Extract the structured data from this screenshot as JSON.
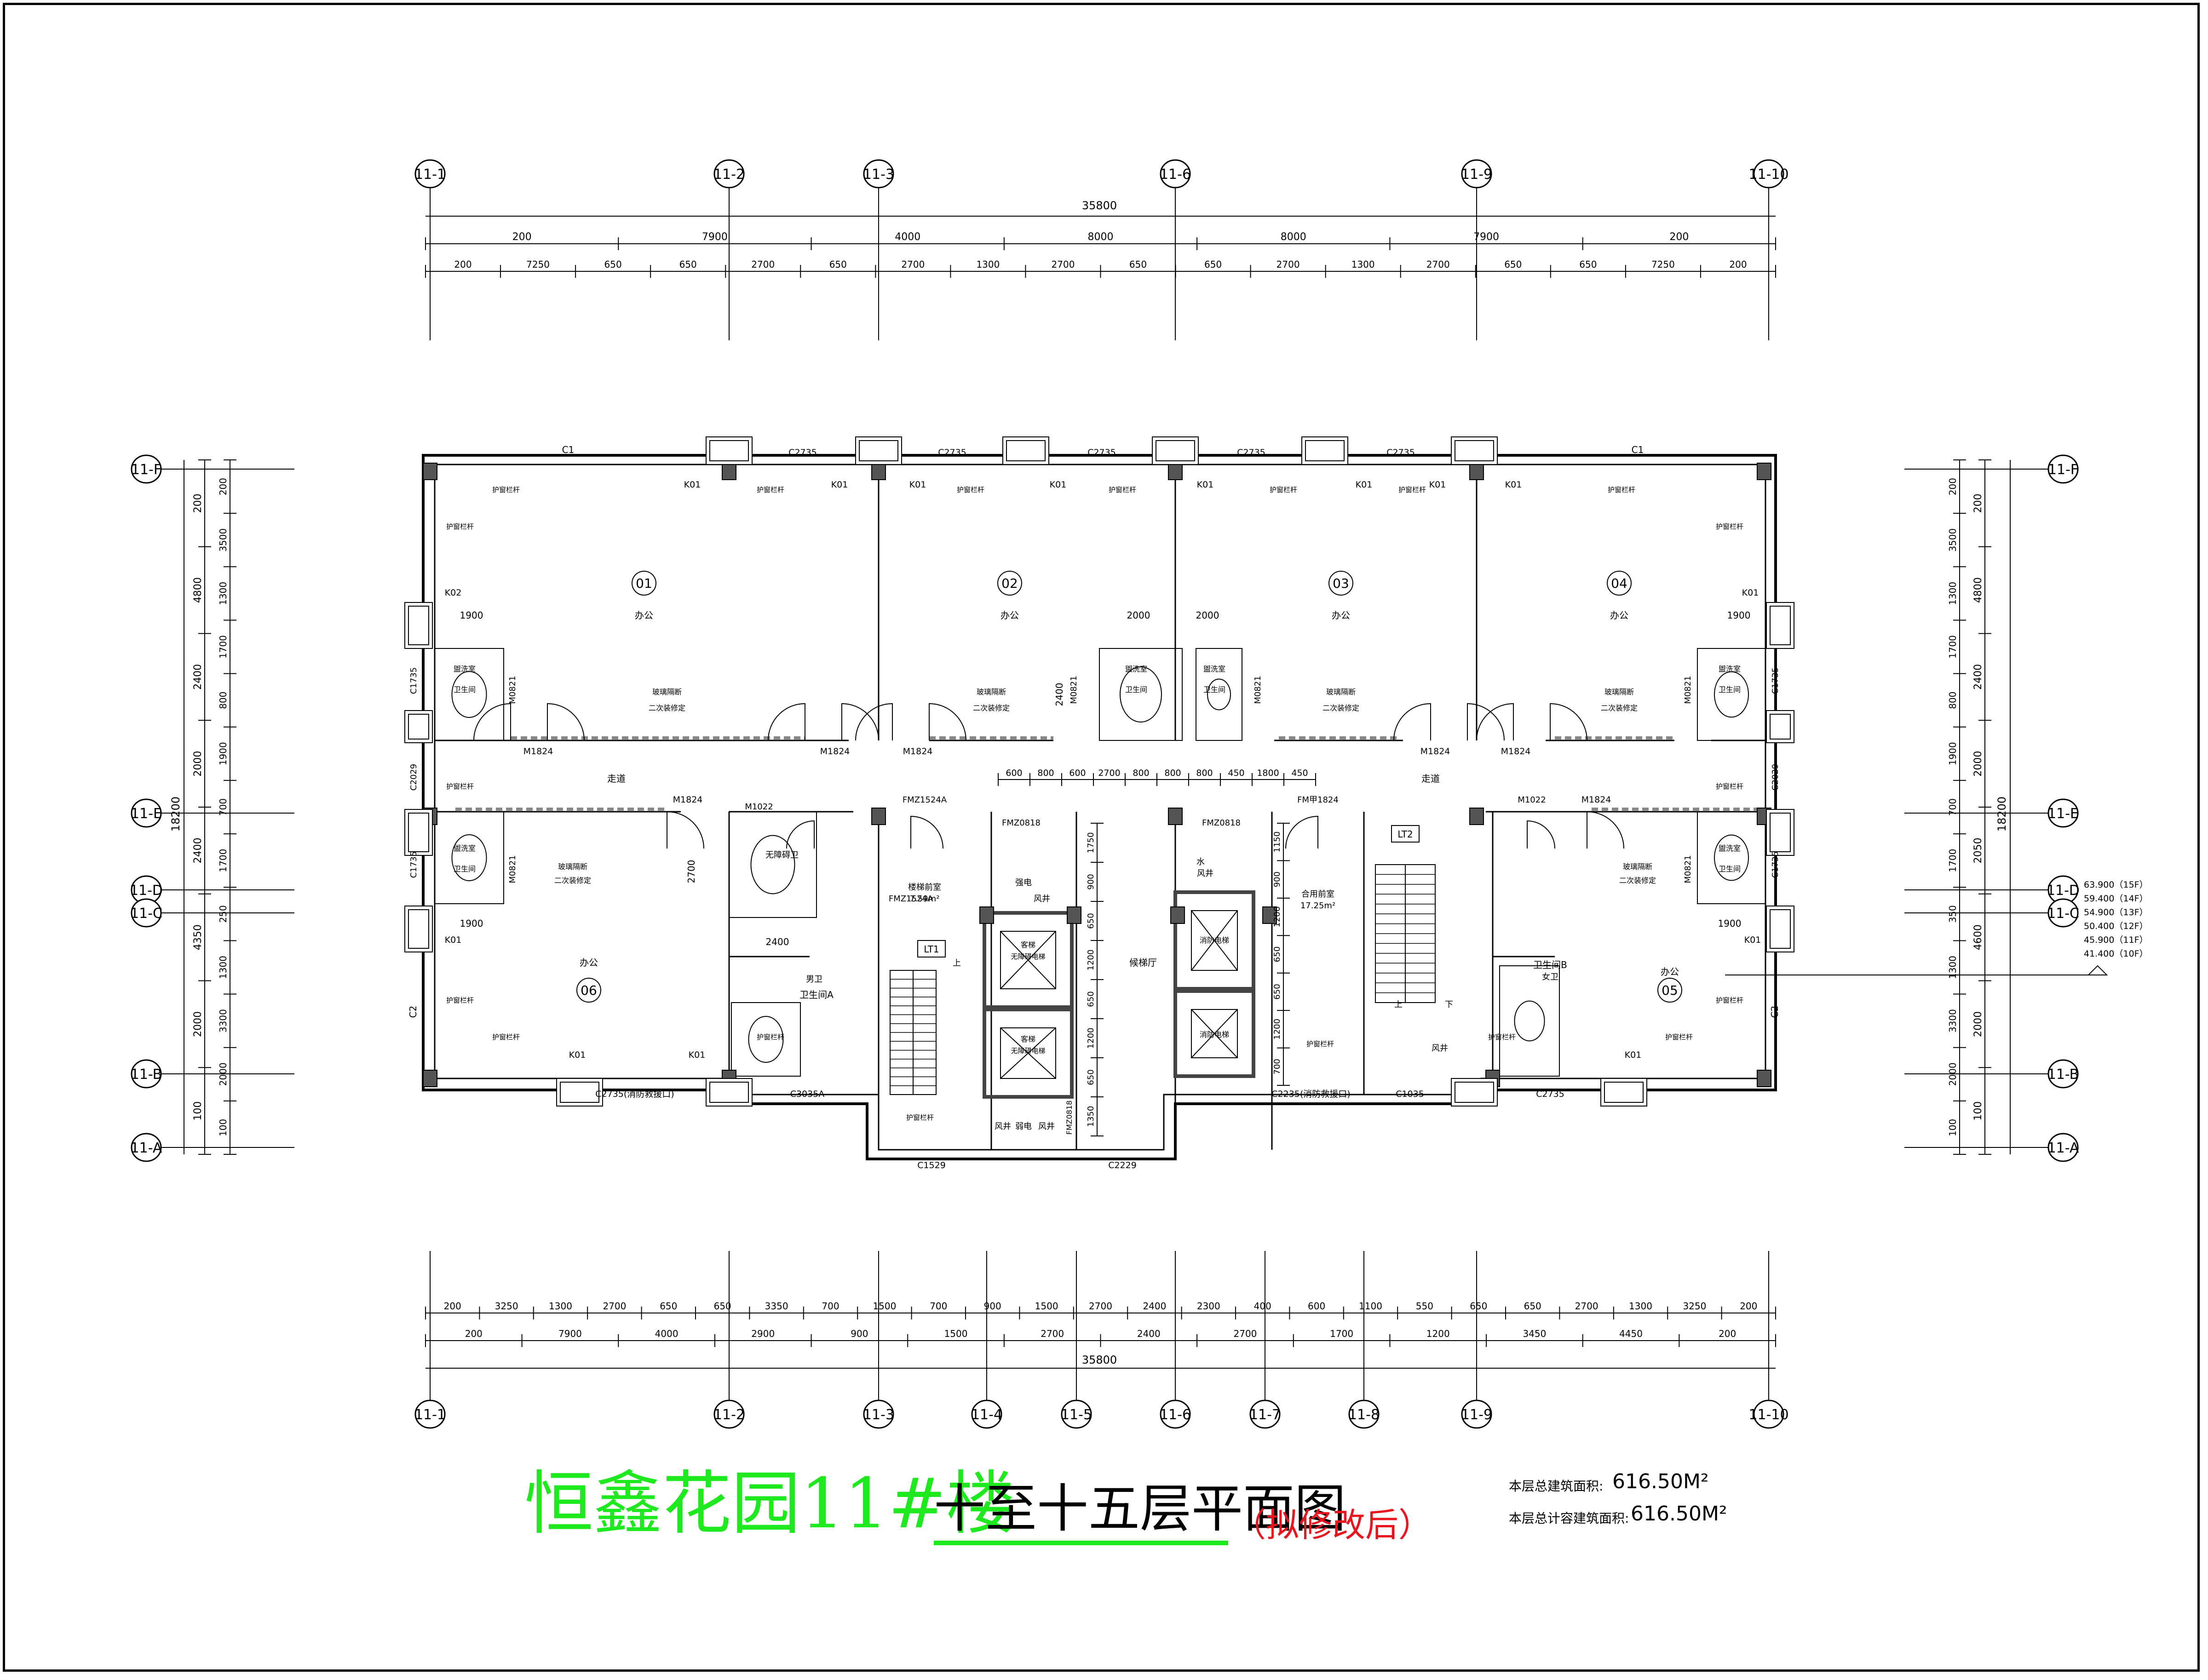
{
  "title": {
    "main": "恒鑫花园11#楼",
    "sub": "十至十五层平面图",
    "note": "（拟修改后）"
  },
  "areas": {
    "building_label": "本层总建筑面积:",
    "building_value": "616.50M²",
    "capacity_label": "本层总计容建筑面积:",
    "capacity_value": "616.50M²"
  },
  "axes": {
    "columns": [
      "11-1",
      "11-2",
      "11-3",
      "11-4",
      "11-5",
      "11-6",
      "11-7",
      "11-8",
      "11-9",
      "11-10"
    ],
    "rows": [
      "11-F",
      "11-E",
      "11-D",
      "11-C",
      "11-B",
      "11-A"
    ]
  },
  "dimensions": {
    "top_total": "35800",
    "top_row1": [
      "200",
      "7900",
      "4000",
      "8000",
      "8000",
      "7900",
      "200"
    ],
    "top_row2": [
      "200",
      "7250",
      "650",
      "650",
      "2700",
      "650",
      "2700",
      "1300",
      "2700",
      "650",
      "650",
      "2700",
      "1300",
      "2700",
      "650",
      "650",
      "7250",
      "200"
    ],
    "bottom_total": "35800",
    "bottom_row1": [
      "200",
      "3250",
      "1300",
      "2700",
      "650",
      "650",
      "3350",
      "700",
      "1500",
      "700",
      "900",
      "1500",
      "2700",
      "2400",
      "2300",
      "400",
      "600",
      "1100",
      "550",
      "650",
      "650",
      "2700",
      "1300",
      "3250",
      "200"
    ],
    "bottom_row2": [
      "200",
      "7900",
      "4000",
      "2900",
      "900",
      "1500",
      "2700",
      "2400",
      "2700",
      "1700",
      "1200",
      "3450",
      "4450",
      "200"
    ],
    "left_total": "18200",
    "left_row1": [
      "200",
      "4800",
      "2400",
      "2000",
      "2400",
      "4350",
      "2000",
      "100"
    ],
    "left_row2": [
      "200",
      "3500",
      "1300",
      "1700",
      "800",
      "1900",
      "700",
      "1700",
      "250",
      "1300",
      "3300",
      "2000",
      "100"
    ],
    "right_total": "18200",
    "right_row1": [
      "200",
      "4800",
      "2400",
      "2000",
      "2050",
      "4600",
      "2000",
      "100"
    ],
    "right_row2": [
      "200",
      "3500",
      "1300",
      "1700",
      "800",
      "1900",
      "700",
      "1700",
      "350",
      "1300",
      "3300",
      "2000",
      "100"
    ]
  },
  "rooms": {
    "office_label": "办公",
    "numbers": [
      "01",
      "02",
      "03",
      "04",
      "05",
      "06"
    ],
    "corridor": "走道",
    "elevator_hall": "候梯厅",
    "stair_front_left": "楼梯前室",
    "stair_front_left_area": "7.59m²",
    "shared_front": "合用前室",
    "shared_front_area": "17.25m²",
    "strong_elec": "强电",
    "water": "水",
    "weak_elec": "弱电",
    "wind_shaft": "风井",
    "male_wc": "男卫",
    "female_wc": "女卫",
    "accessible_wc": "无障碍卫",
    "wash_room": "盥洗室",
    "toilet": "卫生间",
    "toilet_a": "卫生间A",
    "toilet_b": "卫生间B",
    "glass_partition": "玻璃隔断",
    "secondary_fitout": "二次装修定",
    "railing": "护窗栏杆",
    "elevator_car": "客梯",
    "fire_elevator": "消防电梯",
    "accessible_elevator": "无障碍电梯",
    "stair_left": "LT1",
    "stair_right": "LT2",
    "up": "上",
    "down": "下"
  },
  "doors": {
    "M1824": "M1824",
    "M0821": "M0821",
    "M1022": "M1022",
    "FM1524A": "FMZ1524A",
    "FM0818": "FMZ0818",
    "FM1824": "FM甲1824",
    "FM0818_lower": "FMZ0818",
    "C1": "C1",
    "C2": "C2",
    "C2735": "C2735",
    "C1735": "C1735",
    "C2029": "C2029",
    "C3035A": "C3035A",
    "C1529": "C1529",
    "C2229": "C2229",
    "C1035": "C1035",
    "C2735_fire": "C2735(消防救援口)",
    "C2235_fire": "C2235(消防救援口)",
    "K01": "K01",
    "K02": "K02",
    "dim_1900": "1900",
    "dim_2000": "2000",
    "dim_2400": "2400",
    "dim_2700": "2700"
  },
  "small_dims": {
    "core_top": [
      "600",
      "800",
      "600",
      "2700",
      "800",
      "800",
      "800",
      "450",
      "1800",
      "450"
    ],
    "core_vertical_left": [
      "1750",
      "900",
      "650",
      "1200",
      "650",
      "1200",
      "650",
      "1350"
    ],
    "core_vertical_right": [
      "1150",
      "900",
      "1200",
      "650",
      "650",
      "1200",
      "700"
    ]
  },
  "levels": [
    "63.900（15F）",
    "59.400（14F）",
    "54.900（13F）",
    "50.400（12F）",
    "45.900（11F）",
    "41.400（10F）"
  ]
}
